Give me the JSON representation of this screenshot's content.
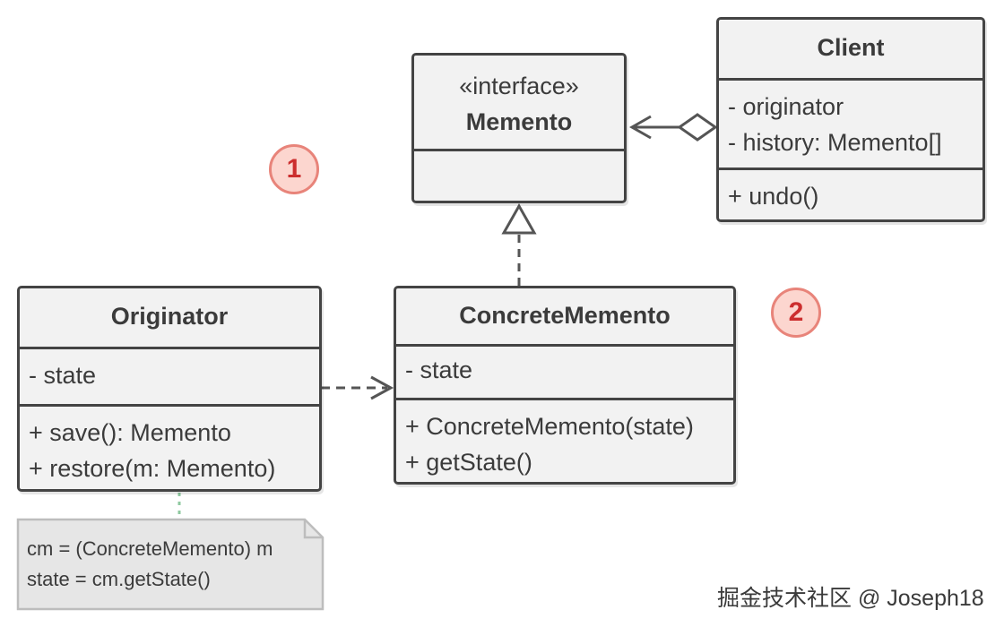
{
  "classes": {
    "memento": {
      "stereotype": "«interface»",
      "name": "Memento"
    },
    "client": {
      "name": "Client",
      "fields": [
        "- originator",
        "- history: Memento[]"
      ],
      "methods": [
        "+ undo()"
      ]
    },
    "originator": {
      "name": "Originator",
      "fields": [
        "- state"
      ],
      "methods": [
        "+ save(): Memento",
        "+ restore(m: Memento)"
      ]
    },
    "concrete_memento": {
      "name": "ConcreteMemento",
      "fields": [
        "- state"
      ],
      "methods": [
        "+ ConcreteMemento(state)",
        "+ getState()"
      ]
    }
  },
  "note": {
    "lines": [
      "cm = (ConcreteMemento) m",
      "state = cm.getState()"
    ]
  },
  "badges": {
    "one": "1",
    "two": "2"
  },
  "watermark": "掘金技术社区 @ Joseph18",
  "colors": {
    "box_fill": "#f2f2f2",
    "box_border": "#444444",
    "badge_fill": "#fcd6cf",
    "badge_border": "#e8847a",
    "badge_text": "#cc2e2e",
    "note_fill": "#e6e6e6",
    "note_border": "#bdbdbd",
    "note_link": "#8fc9a0"
  }
}
